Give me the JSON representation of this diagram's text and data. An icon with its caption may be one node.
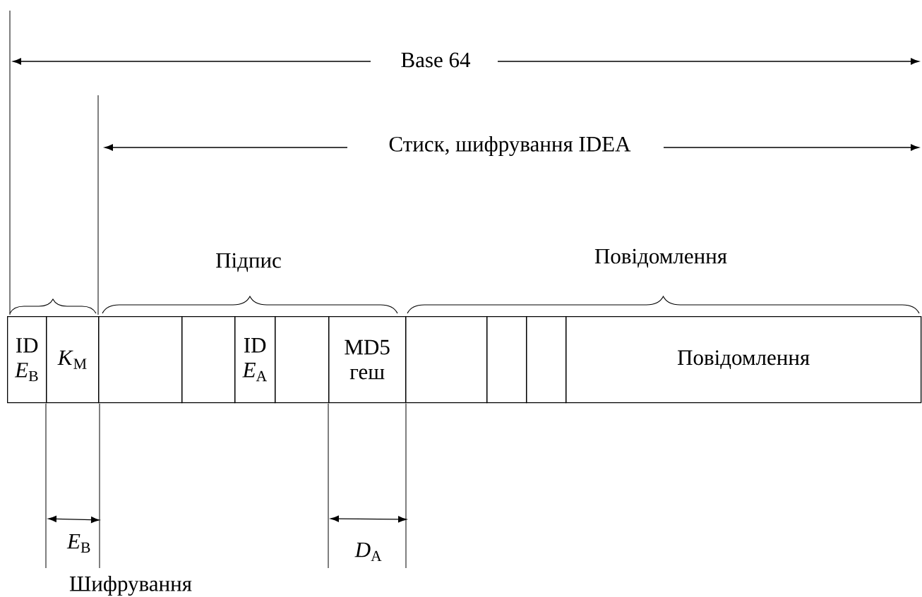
{
  "diagram": {
    "nodes": [
      {
        "text": [
          "ID",
          "*E*$_{B}$"
        ]
      },
      {
        "text": [
          "*K*$_{M}$"
        ]
      },
      {
        "text": [],
        "shape": "box"
      },
      {
        "text": [],
        "shape": "box"
      },
      {
        "text": [
          "ID",
          "*E*$_{A}$"
        ]
      },
      {
        "text": [],
        "shape": "box"
      },
      {
        "text": [
          "MD5",
          "геш"
        ]
      },
      {
        "text": [],
        "shape": "box"
      },
      {
        "text": [],
        "shape": "box"
      },
      {
        "text": [],
        "shape": "box"
      },
      {
        "text": [
          "Повідомлення"
        ]
      }
    ],
    "labels": [
      "Base 64",
      "Стиск, шифрування IDEA",
      "Підпис",
      "Повідомлення",
      "*E*$_{B}$",
      "*D*$_{A}$",
      "Шифрування"
    ]
  }
}
